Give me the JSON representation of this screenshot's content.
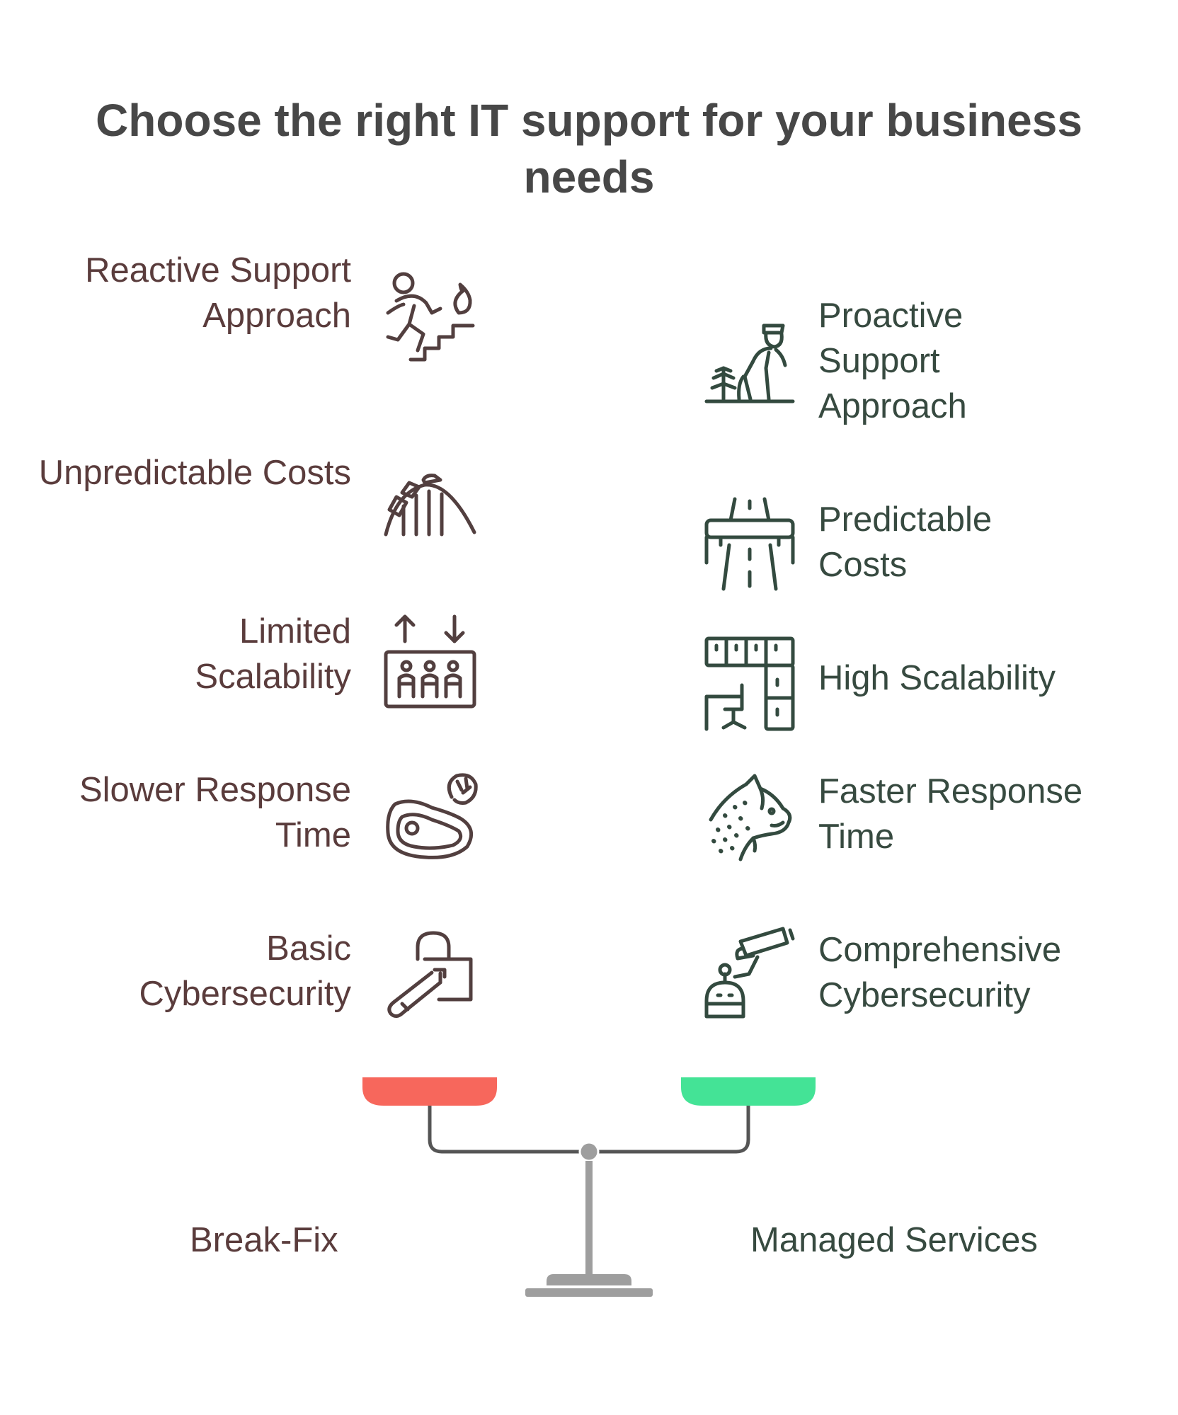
{
  "title": "Choose the right IT support for your business needs",
  "left": {
    "label": "Break-Fix",
    "items": [
      {
        "text": "Reactive Support Approach",
        "icon": "running-stairs-fire-icon"
      },
      {
        "text": "Unpredictable Costs",
        "icon": "roller-coaster-icon"
      },
      {
        "text": "Limited Scalability",
        "icon": "elevator-icon"
      },
      {
        "text": "Slower Response Time",
        "icon": "steak-shrimp-icon"
      },
      {
        "text": "Basic Cybersecurity",
        "icon": "lock-pick-icon"
      }
    ]
  },
  "right": {
    "label": "Managed Services",
    "items": [
      {
        "text": "Proactive Support Approach",
        "icon": "gardener-icon"
      },
      {
        "text": "Predictable Costs",
        "icon": "highway-bridge-icon"
      },
      {
        "text": "High Scalability",
        "icon": "modular-shelving-icon"
      },
      {
        "text": "Faster Response Time",
        "icon": "cheetah-icon"
      },
      {
        "text": "Comprehensive Cybersecurity",
        "icon": "security-camera-alarm-icon"
      }
    ]
  },
  "colors": {
    "left_pan": "#f7675c",
    "right_pan": "#44e396",
    "scale": "#9e9e9e",
    "left_text": "#5a3c3c",
    "right_text": "#374a40",
    "title": "#474747"
  }
}
